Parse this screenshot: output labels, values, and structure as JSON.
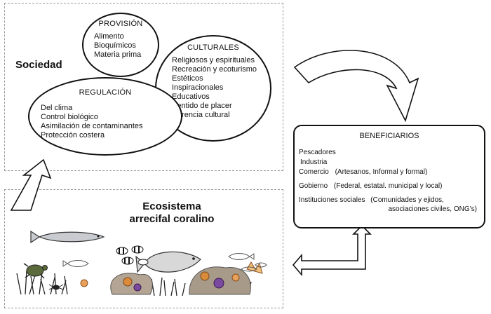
{
  "sociedad": {
    "label": "Sociedad",
    "provision": {
      "title": "PROVISIÓN",
      "items": [
        "Alimento",
        "Bioquímicos",
        "Materia prima"
      ]
    },
    "culturales": {
      "title": "CULTURALES",
      "items": [
        "Religiosos y espirituales",
        "Recreación y ecoturismo",
        "Estéticos",
        "Inspiracionales",
        "Educativos",
        "Sentido de placer",
        "Herencia cultural"
      ]
    },
    "regulacion": {
      "title": "REGULACIÓN",
      "items": [
        "Del clima",
        "Control biológico",
        "Asimilación de contaminantes",
        "Protección costera"
      ]
    }
  },
  "beneficiarios": {
    "title": "BENEFICIARIOS",
    "pescadores": "Pescadores",
    "industria": "Industria",
    "comercio": {
      "label": "Comercio",
      "detail": "(Artesanos, Informal y formal)"
    },
    "gobierno": {
      "label": "Gobierno",
      "detail": "(Federal, estatal. municipal y local)"
    },
    "instituciones": {
      "label": "Instituciones sociales",
      "detail_1": "(Comunidades y ejidos,",
      "detail_2": "asociaciones civiles, ONG’s)"
    }
  },
  "ecosistema": {
    "line_1": "Ecosistema",
    "line_2": "arrecifal coralino"
  },
  "colors": {
    "ink": "#111111",
    "dashed": "#9a9a9a",
    "coral_orange": "#d98a3a",
    "coral_purple": "#7a4aa0",
    "rock": "#a89a88"
  },
  "icons": [
    "fish-icon",
    "turtle-icon",
    "coral-icon",
    "seagrass-icon",
    "crab-icon"
  ]
}
